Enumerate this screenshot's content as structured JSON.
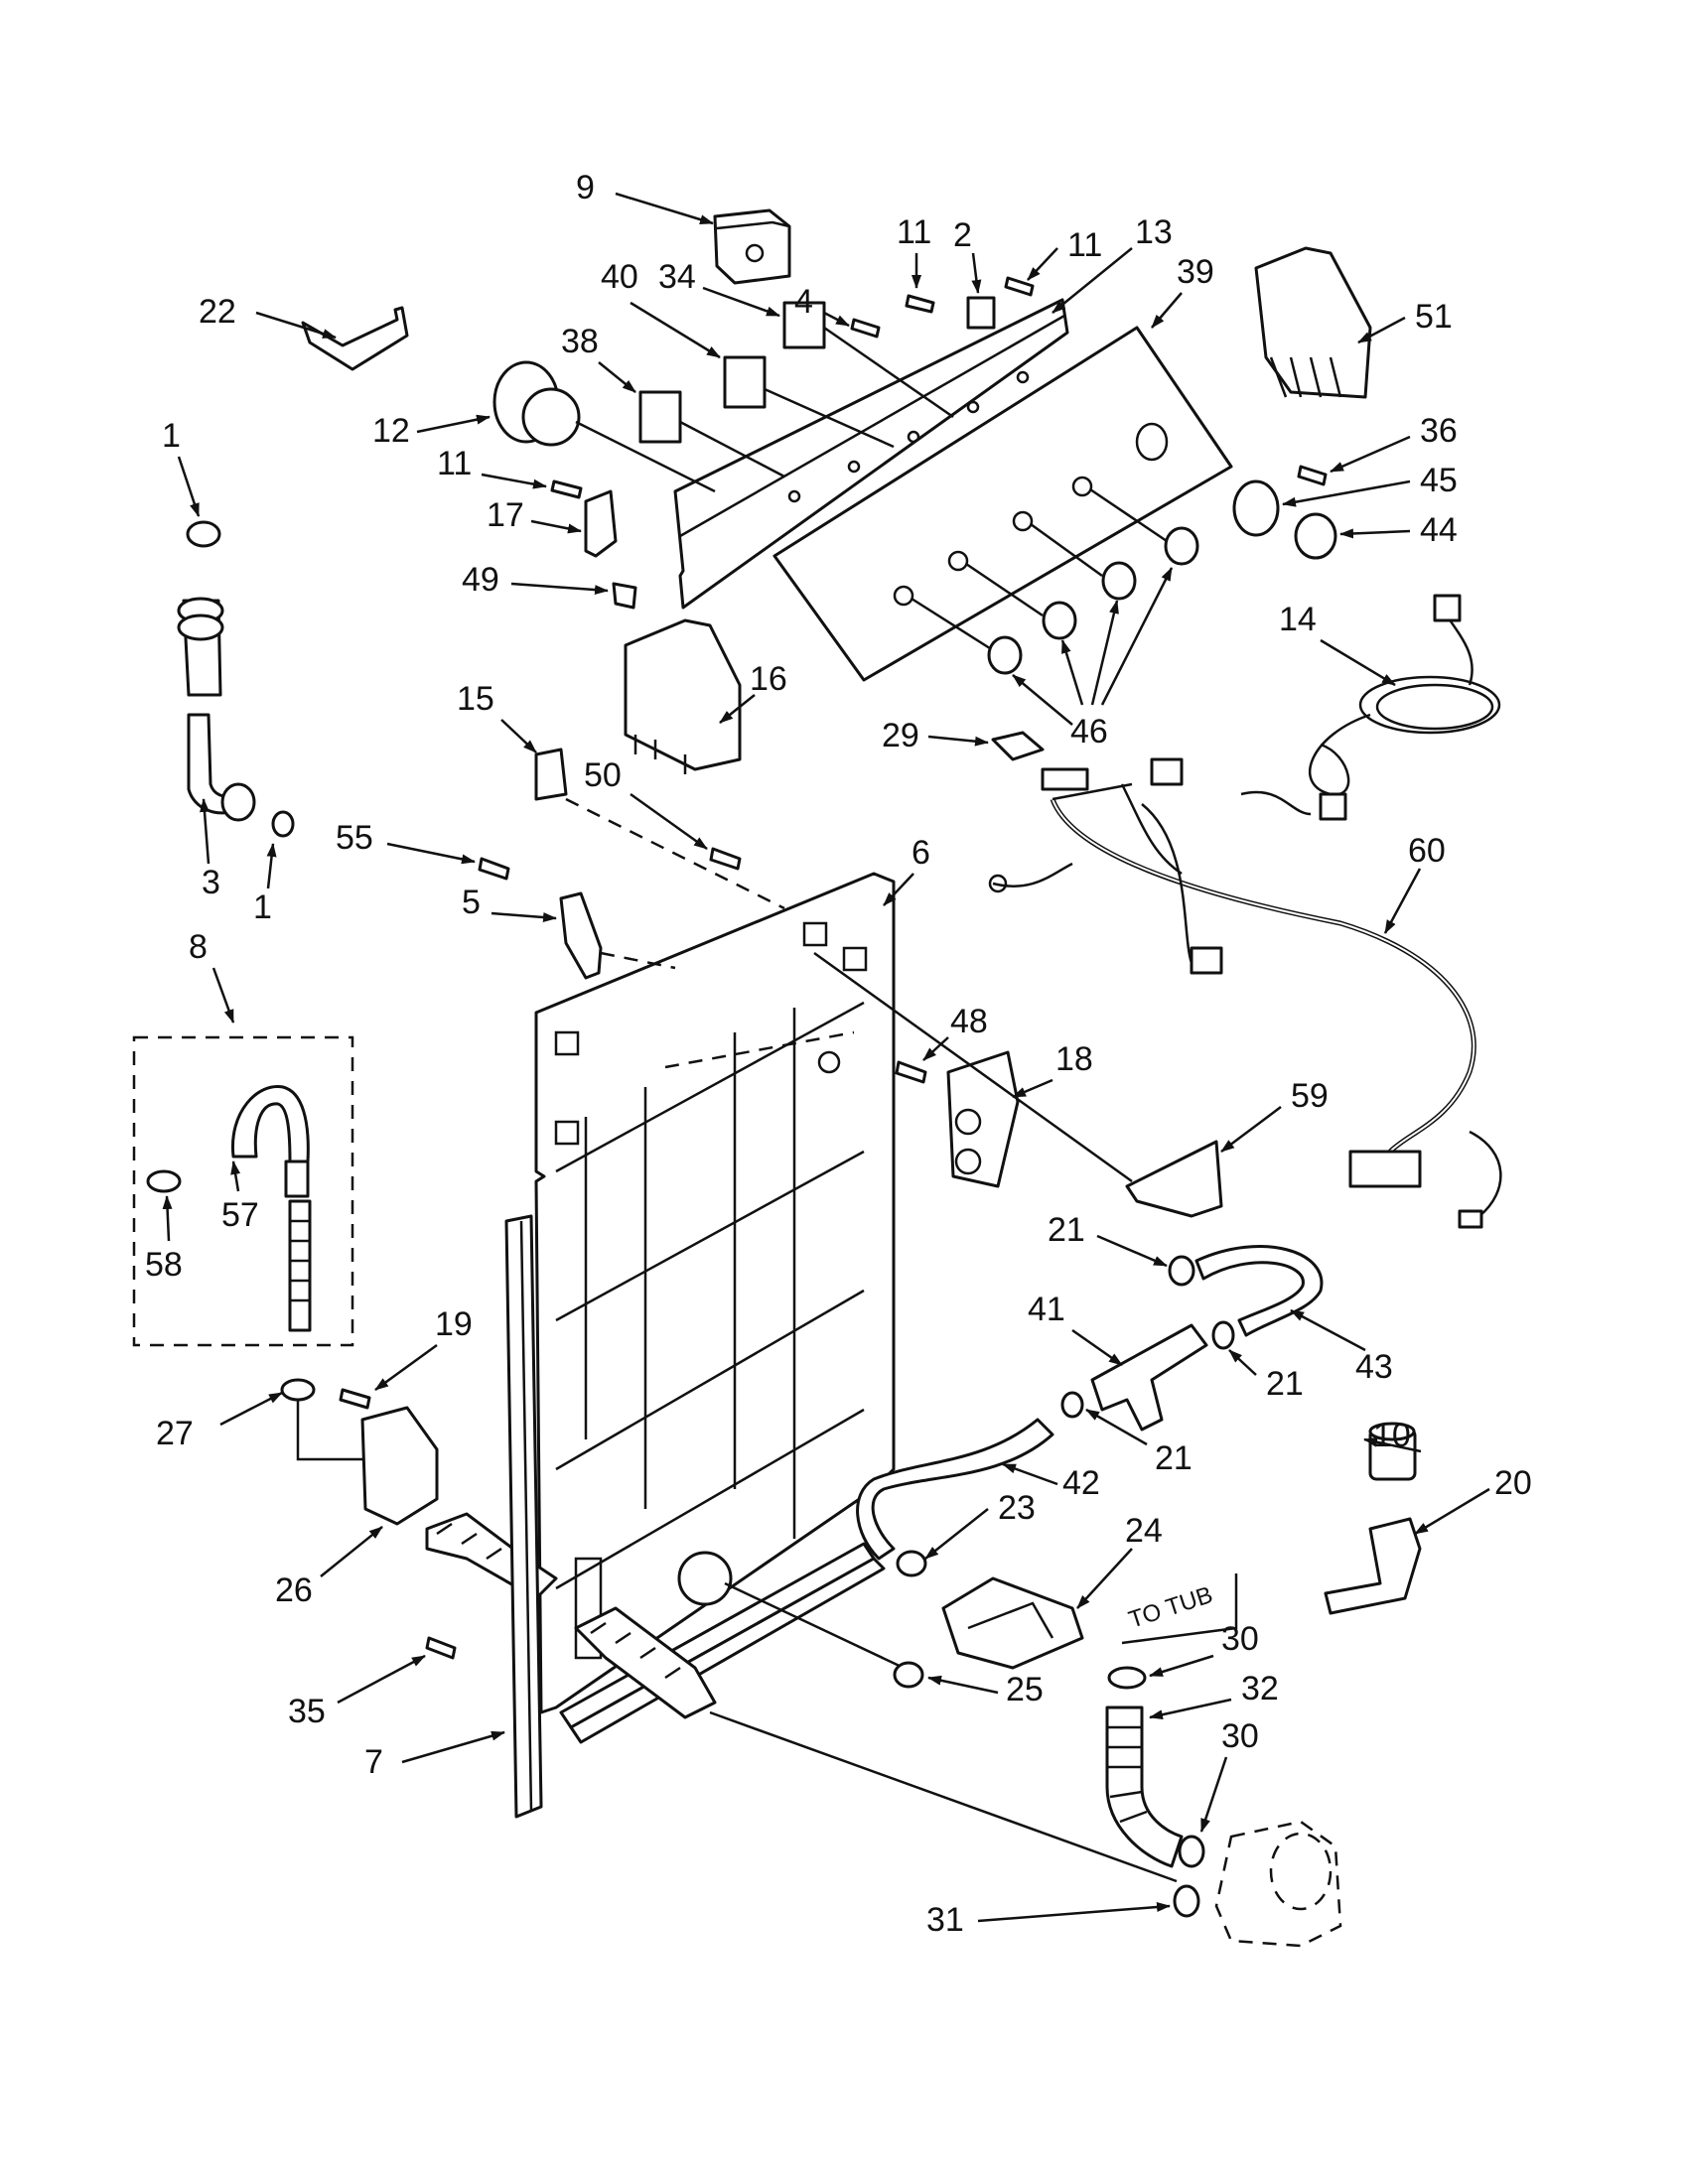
{
  "labels": {
    "p1": "1",
    "p1b": "1",
    "p2": "2",
    "p3": "3",
    "p4": "4",
    "p5": "5",
    "p6": "6",
    "p7": "7",
    "p8": "8",
    "p9": "9",
    "p10": "10",
    "p11a": "11",
    "p11b": "11",
    "p11c": "11",
    "p12": "12",
    "p13": "13",
    "p14": "14",
    "p15": "15",
    "p16": "16",
    "p17": "17",
    "p18": "18",
    "p19": "19",
    "p20": "20",
    "p21a": "21",
    "p21b": "21",
    "p21c": "21",
    "p22": "22",
    "p23": "23",
    "p24": "24",
    "p25": "25",
    "p26": "26",
    "p27": "27",
    "p29": "29",
    "p30a": "30",
    "p30b": "30",
    "p31": "31",
    "p32": "32",
    "p34": "34",
    "p35": "35",
    "p36": "36",
    "p38": "38",
    "p39": "39",
    "p40": "40",
    "p41": "41",
    "p42": "42",
    "p43": "43",
    "p44": "44",
    "p45": "45",
    "p46": "46",
    "p48": "48",
    "p49": "49",
    "p50": "50",
    "p51": "51",
    "p55": "55",
    "p57": "57",
    "p58": "58",
    "p59": "59",
    "p60": "60"
  },
  "annotation": {
    "to_tub": "TO TUB"
  }
}
